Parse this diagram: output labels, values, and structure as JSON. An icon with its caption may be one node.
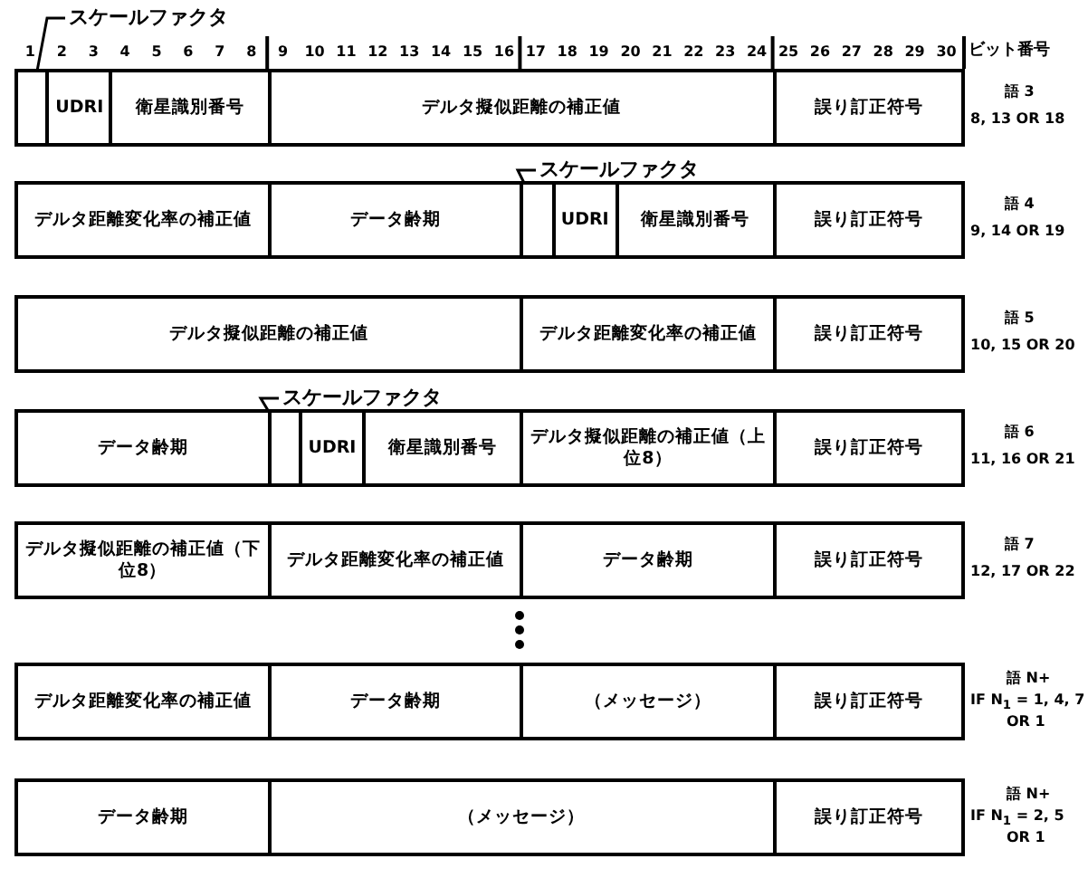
{
  "diagram": {
    "nodes": [
      {
        "text": [
          "スケールファクタ"
        ]
      },
      {
        "text": [],
        "shape": "box"
      },
      {
        "text": [
          "UDRI"
        ]
      },
      {
        "text": [
          "衛星識別番号"
        ]
      },
      {
        "text": [
          "デルタ擬似距離の補正値"
        ]
      },
      {
        "text": [
          "誤り訂正符号"
        ]
      },
      {
        "text": [
          "デルタ距離変化率の補正値"
        ]
      },
      {
        "text": [
          "データ齢期"
        ]
      },
      {
        "text": [
          "スケールファクタ"
        ]
      },
      {
        "text": [],
        "shape": "box"
      },
      {
        "text": [
          "UDRI"
        ]
      },
      {
        "text": [
          "衛星識別番号"
        ]
      },
      {
        "text": [
          "誤り訂正符号"
        ]
      },
      {
        "text": [
          "デルタ擬似距離の補正値"
        ]
      },
      {
        "text": [
          "デルタ距離変化率の補正値"
        ]
      },
      {
        "text": [
          "誤り訂正符号"
        ]
      },
      {
        "text": [
          "データ齢期"
        ]
      },
      {
        "text": [
          "スケールファクタ"
        ]
      },
      {
        "text": [],
        "shape": "box"
      },
      {
        "text": [
          "UDRI"
        ]
      },
      {
        "text": [
          "衛星識別番号"
        ]
      },
      {
        "text": [
          "デルタ擬似距離の補正値（上位8）"
        ]
      },
      {
        "text": [
          "誤り訂正符号"
        ]
      },
      {
        "text": [
          "デルタ擬似距離の補正値（下位8）"
        ]
      },
      {
        "text": [
          "デルタ距離変化率の補正値"
        ]
      },
      {
        "text": [
          "データ齢期"
        ]
      },
      {
        "text": [
          "誤り訂正符号"
        ]
      },
      {
        "text": [
          "デルタ距離変化率の補正値"
        ]
      },
      {
        "text": [
          "データ齢期"
        ]
      },
      {
        "text": [
          "（メッセージ）"
        ]
      },
      {
        "text": [
          "誤り訂正符号"
        ]
      },
      {
        "text": [
          "データ齢期"
        ]
      },
      {
        "text": [
          "（メッセージ）"
        ]
      },
      {
        "text": [
          "誤り訂正符号"
        ]
      }
    ],
    "edges": [
      {
        "from": 0,
        "to": 1,
        "arrow": "none"
      },
      {
        "from": 8,
        "to": 9,
        "arrow": "none"
      },
      {
        "from": 17,
        "to": 18,
        "arrow": "none"
      }
    ],
    "labels": [
      "1",
      "2",
      "3",
      "4",
      "5",
      "6",
      "7",
      "8",
      "9",
      "10",
      "11",
      "12",
      "13",
      "14",
      "15",
      "16",
      "17",
      "18",
      "19",
      "20",
      "21",
      "22",
      "23",
      "24",
      "25",
      "26",
      "27",
      "28",
      "29",
      "30",
      "ビット番号",
      "語 3",
      "8, 13 OR 18",
      "語 4",
      "9, 14 OR 19",
      "語 5",
      "10, 15 OR 20",
      "語 6",
      "11, 16 OR 21",
      "語 7",
      "12, 17 OR 22",
      "語 N+",
      "IF N$_{1}$ = 1, 4, 7",
      "OR 1",
      "語 N+",
      "IF N$_{1}$ = 2, 5",
      "OR 1"
    ]
  }
}
